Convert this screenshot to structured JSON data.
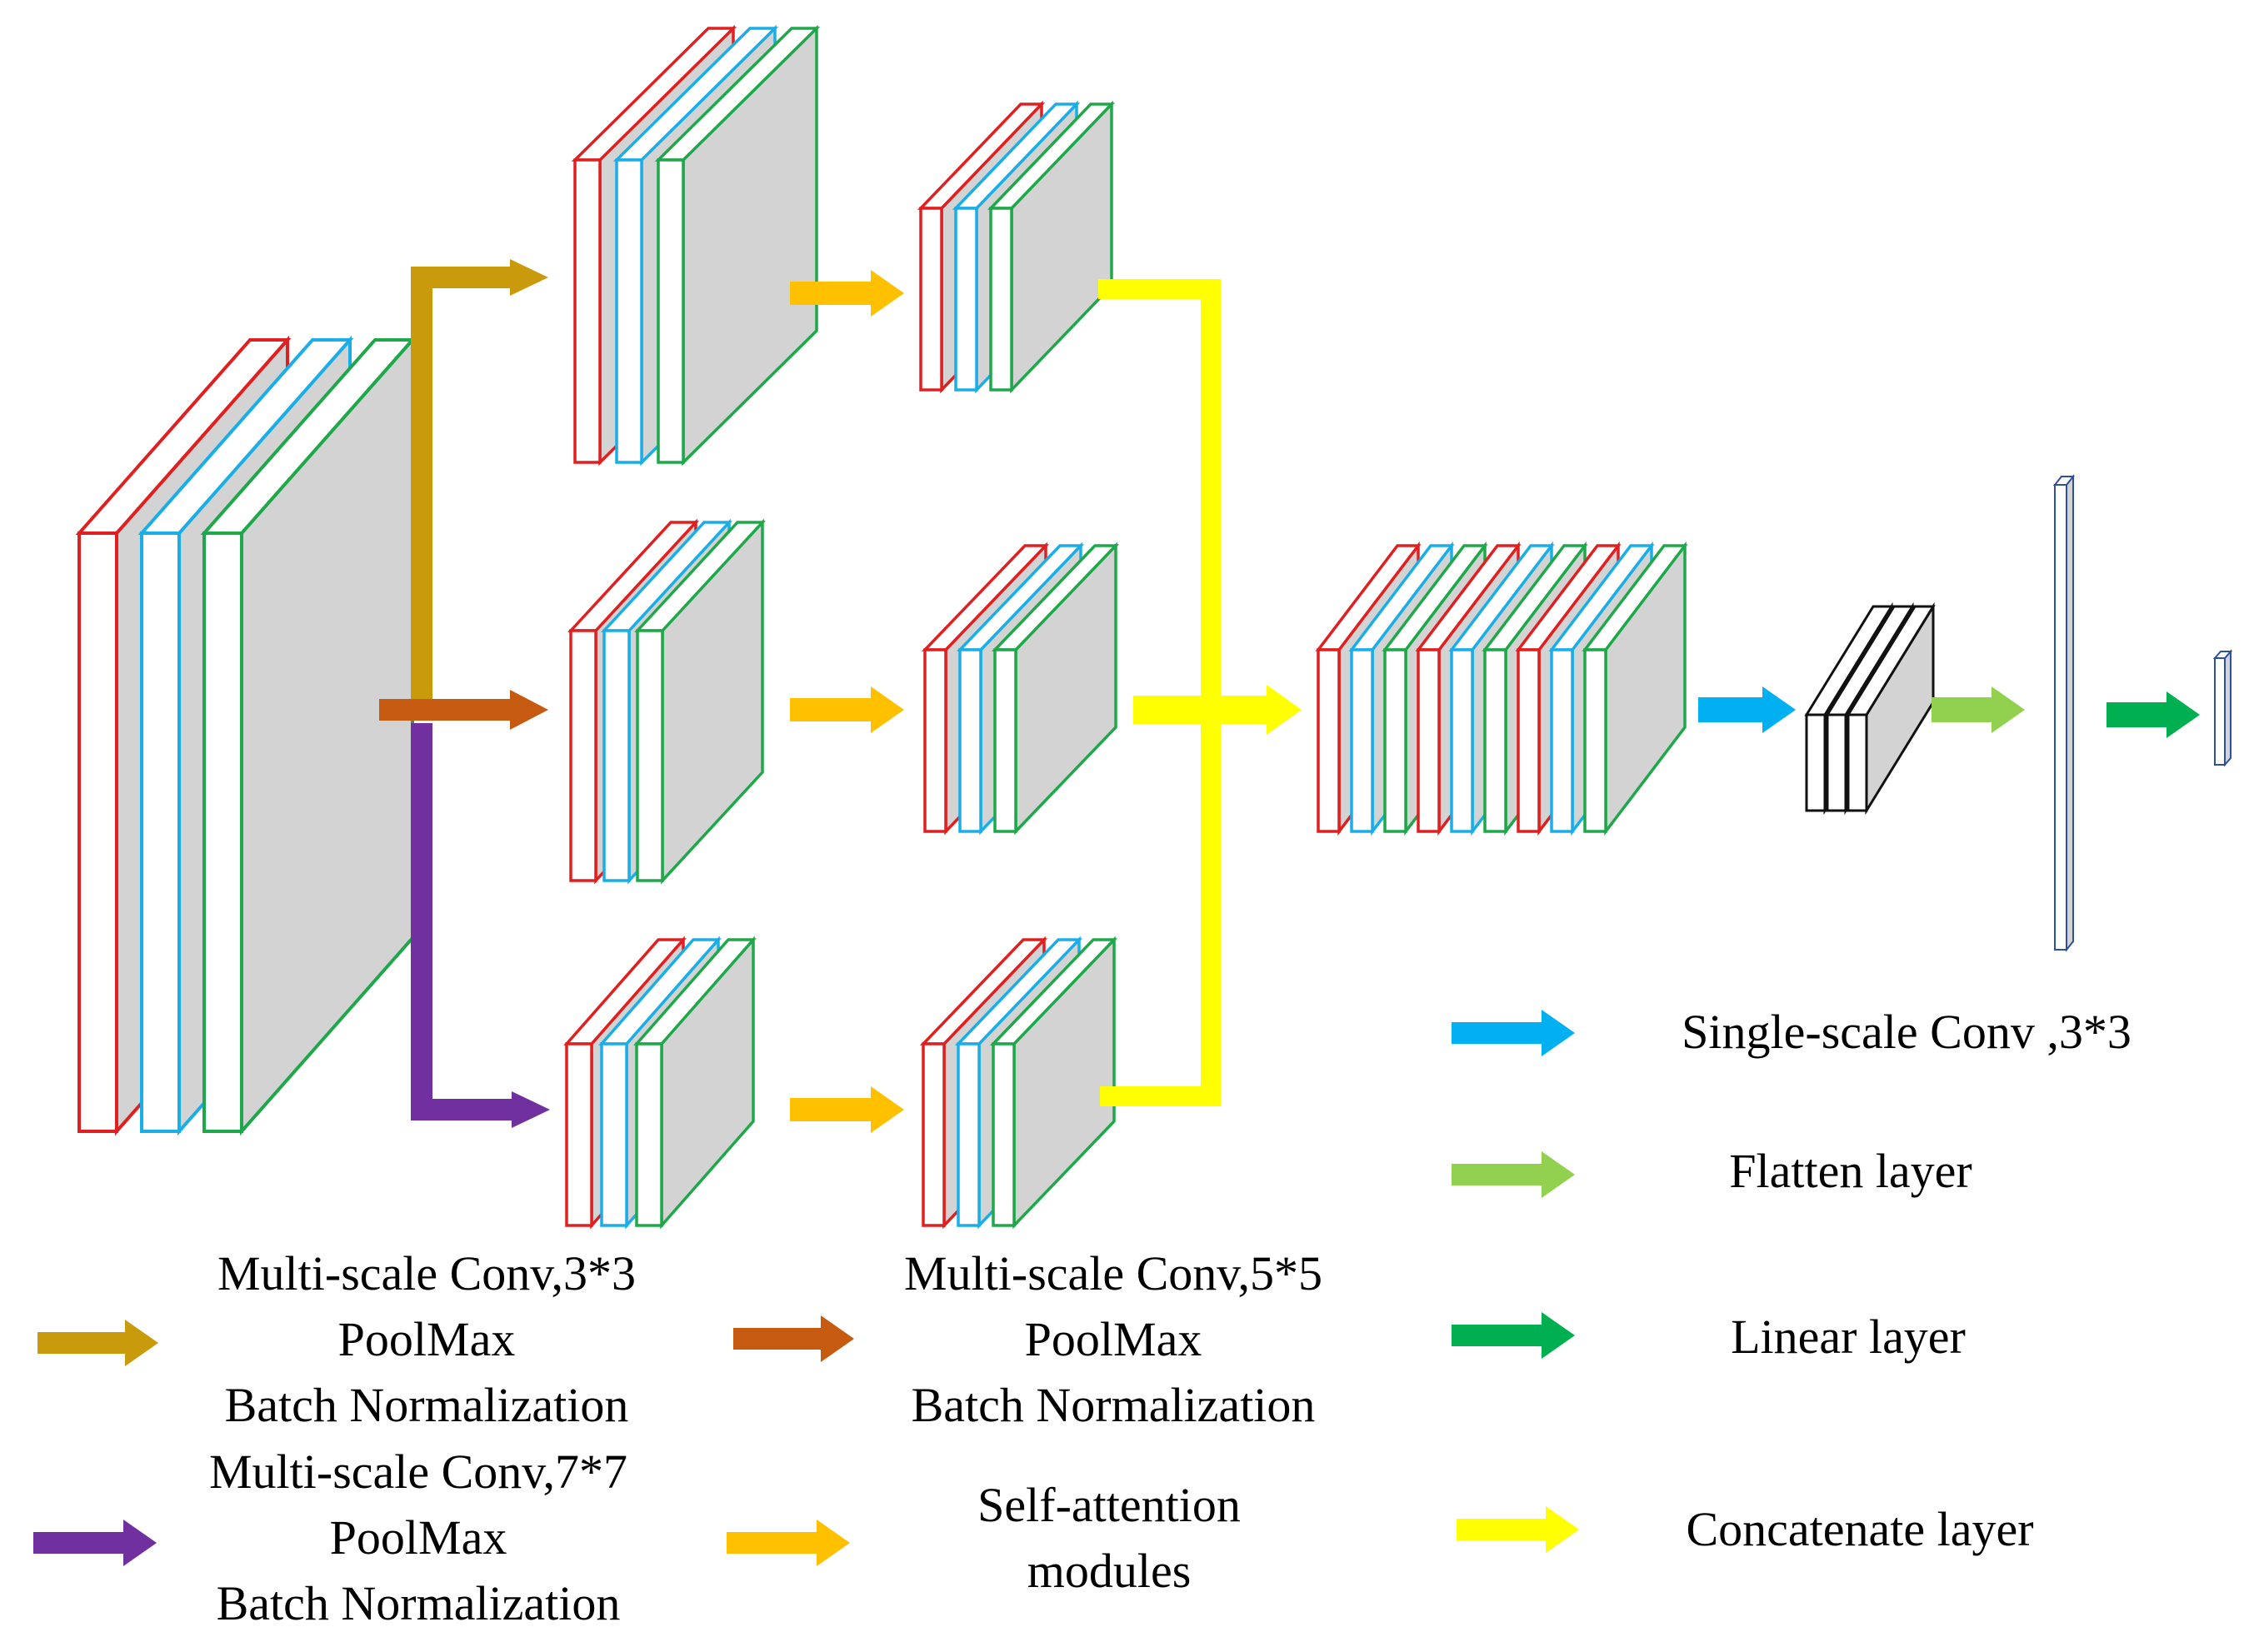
{
  "colors": {
    "conv_a": "#E02020",
    "conv_b": "#1AAEE8",
    "conv_c": "#1EA84A",
    "fill": "#D3D3D3",
    "arrow_conv3": "#C99A0C",
    "arrow_conv5": "#C65A11",
    "arrow_conv7": "#7030A0",
    "arrow_attention": "#FFC000",
    "arrow_single_conv": "#00B0F0",
    "arrow_flatten": "#92D050",
    "arrow_linear": "#00B050",
    "arrow_concat": "#FFFF00",
    "vector_outline": "#2F4F9F"
  },
  "legend": {
    "conv3": [
      "Multi-scale Conv,3*3",
      "PoolMax",
      "Batch Normalization"
    ],
    "conv5": [
      "Multi-scale Conv,5*5",
      "PoolMax",
      "Batch Normalization"
    ],
    "conv7": [
      "Multi-scale Conv,7*7",
      "PoolMax",
      "Batch Normalization"
    ],
    "attention": [
      "Self-attention",
      "modules"
    ],
    "single_conv": "Single-scale Conv ,3*3",
    "flatten": "Flatten layer",
    "linear": "Linear layer",
    "concat": "Concatenate layer"
  }
}
